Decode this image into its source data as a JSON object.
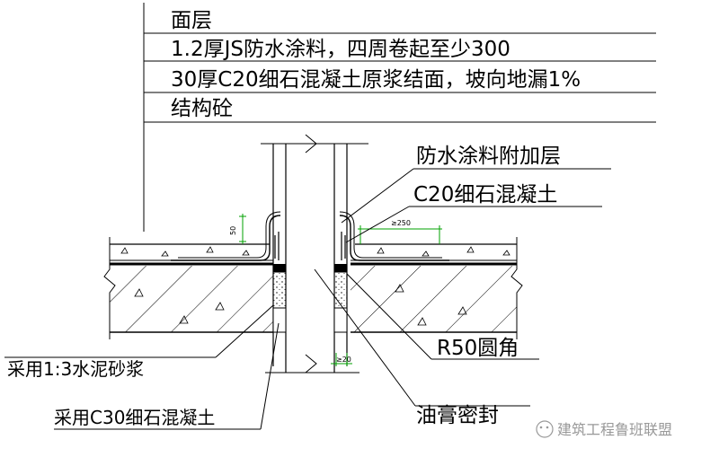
{
  "diagram": {
    "layer_labels": [
      "面层",
      "1.2厚JS防水涂料，四周卷起至少300",
      "30厚C20细石混凝土原浆结面，坡向地漏1%",
      "结构砼"
    ],
    "right_labels": {
      "additional_layer": "防水涂料附加层",
      "c20": "C20细石混凝土",
      "r50": "R50圆角",
      "sealant": "油膏密封"
    },
    "left_labels": {
      "mortar": "采用1:3水泥砂浆",
      "c30": "采用C30细石混凝土"
    },
    "dimensions": {
      "height_50": "50",
      "width_250": "≥250",
      "gap_20": "≥20"
    },
    "watermark": "建筑工程鲁班联盟"
  },
  "colors": {
    "line": "#000000",
    "dimension": "#00a000",
    "background": "#ffffff"
  }
}
